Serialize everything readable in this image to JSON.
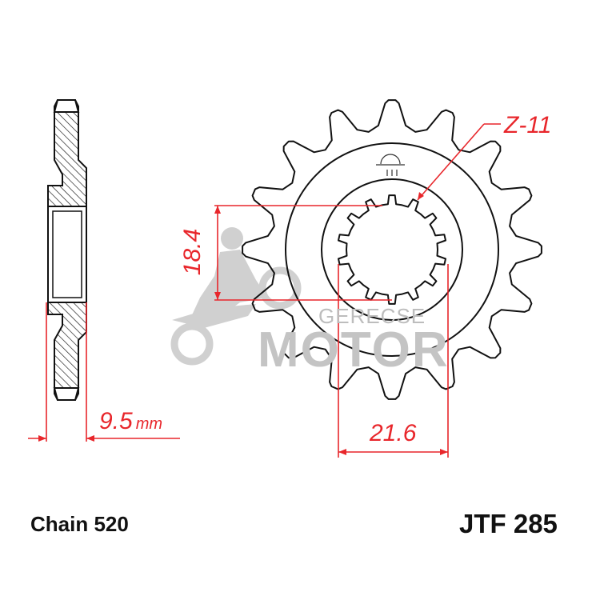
{
  "diagram": {
    "part_number": "JTF 285",
    "chain": "Chain 520",
    "teeth_label": "Z-11",
    "dimensions": {
      "thickness_value": "9.5",
      "thickness_unit": "mm",
      "height_value": "18.4",
      "width_value": "21.6"
    },
    "watermark": {
      "line1": "GERECSE",
      "line2": "MOTOR"
    },
    "colors": {
      "outline": "#111111",
      "dimension": "#e8262b",
      "watermark": "#c8c8c8"
    }
  }
}
